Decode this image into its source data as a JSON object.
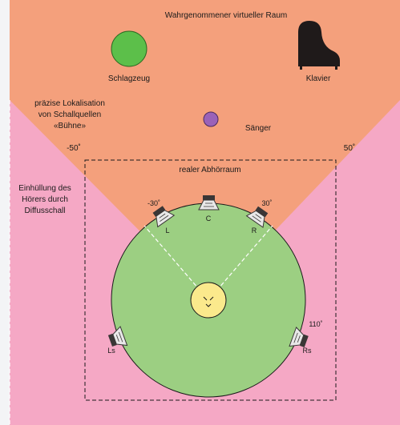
{
  "title": "Wahrgenommener virtueller Raum",
  "sources": {
    "drums": "Schlagzeug",
    "piano": "Klavier",
    "singer": "Sänger"
  },
  "localization": {
    "line1": "präzise Lokalisation",
    "line2": "von Schallquellen",
    "line3": "«Bühne»"
  },
  "envelopment": {
    "line1": "Einhüllung des",
    "line2": "Hörers durch",
    "line3": "Diffusschall"
  },
  "angles": {
    "left_outer": "-50˚",
    "right_outer": "50˚",
    "left_front": "-30˚",
    "right_front": "30˚",
    "surround": "110˚"
  },
  "room_label": "realer Abhörraum",
  "speakers": {
    "left": "L",
    "center": "C",
    "right": "R",
    "left_surround": "Ls",
    "right_surround": "Rs"
  },
  "colors": {
    "virtual_space": "#f4a07c",
    "diffuse": "#f5a8c5",
    "listening_circle": "#9ccf82",
    "listener": "#fbe98c",
    "drums": "#5cbf4a",
    "singer": "#9a62b8",
    "piano": "#1f1a1a",
    "speaker": "#3a3636"
  },
  "icons": {
    "piano": "grand-piano-icon",
    "speaker": "loudspeaker-icon",
    "listener": "listener-head-icon"
  }
}
